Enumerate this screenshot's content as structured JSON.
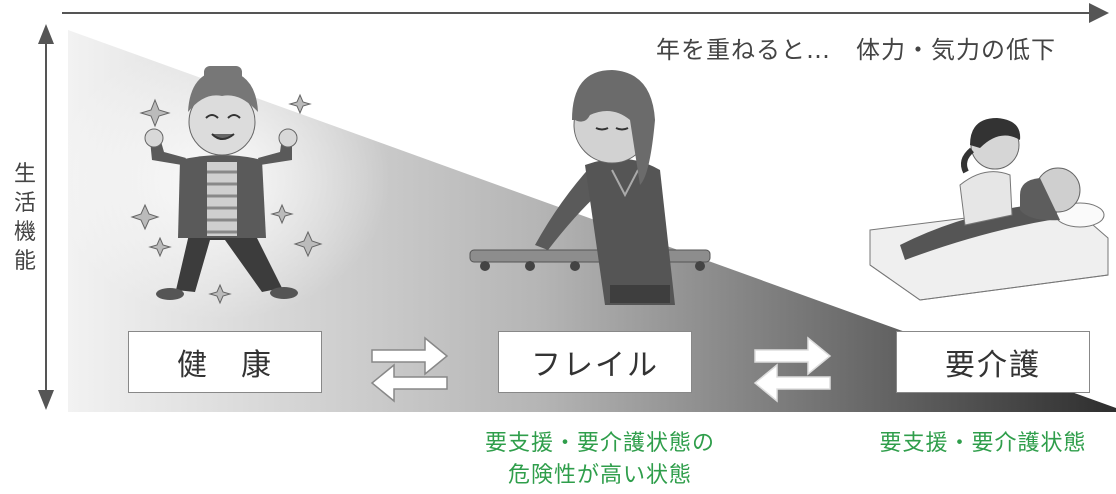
{
  "top_text": "年を重ねると…　体力・気力の低下",
  "vertical_label": [
    "生",
    "活",
    "機",
    "能"
  ],
  "stages": [
    {
      "label": "健　康"
    },
    {
      "label": "フレイル"
    },
    {
      "label": "要介護"
    }
  ],
  "captions": {
    "frail": [
      "要支援・要介護状態の",
      "危険性が高い状態"
    ],
    "care": "要支援・要介護状態"
  },
  "colors": {
    "caption_green": "#2f9e4b",
    "gradient_start": "#f2f2f2",
    "gradient_end": "#3a3a3a"
  }
}
